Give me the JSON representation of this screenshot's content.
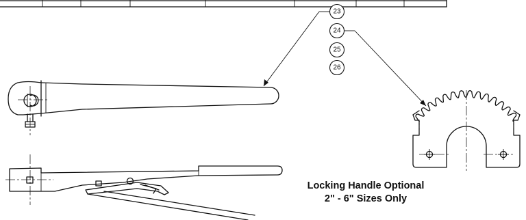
{
  "callouts": [
    {
      "id": "23",
      "label": "23"
    },
    {
      "id": "24",
      "label": "24"
    },
    {
      "id": "25",
      "label": "25"
    },
    {
      "id": "26",
      "label": "26"
    }
  ],
  "note": {
    "line1": "Locking Handle Optional",
    "line2": "2\" - 6\" Sizes Only"
  },
  "colors": {
    "line": "#111111",
    "background": "#ffffff"
  }
}
